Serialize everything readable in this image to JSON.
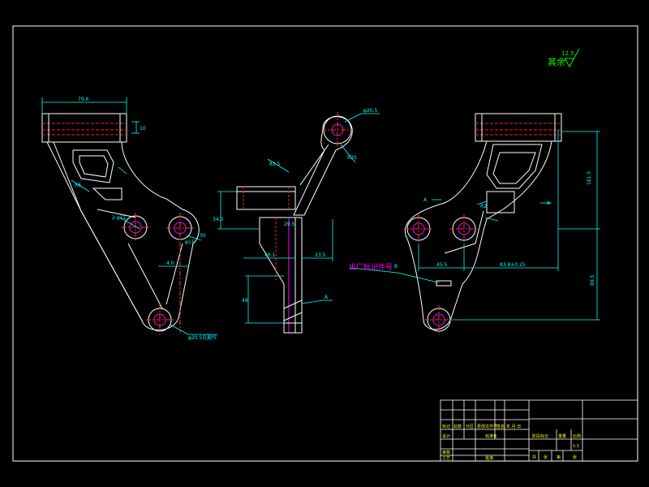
{
  "colors": {
    "background": "#000000",
    "outline": "#ffffff",
    "dimension": "#00ffff",
    "hidden": "#ff2020",
    "centerline": "#ff3030",
    "magenta": "#ff00ff",
    "note": "#00ff00",
    "titleblock": "#ffffff"
  },
  "roughness": {
    "label": "其余",
    "value": "12.5"
  },
  "left_view": {
    "dims": {
      "top_width": "79.6",
      "flange": "10",
      "hole_a": "2-φ11",
      "hole_b": "φ11",
      "thk": "4.0",
      "gap": "30",
      "side": "R8",
      "bottom": "φ20.5孔配作"
    }
  },
  "middle_view": {
    "dims": {
      "hole": "φ20.5",
      "angle": "R20",
      "slope": "82.5",
      "height": "34.0",
      "w1": "46.1",
      "w2": "23.5",
      "w3": "29.5",
      "base": "49",
      "datum": "A"
    }
  },
  "right_view": {
    "dims": {
      "section_a_left": "A",
      "section_a_right": "A",
      "height_total": "161.5",
      "height_lower": "89.5",
      "w1": "45.5",
      "w2": "83.8±0.25",
      "hole_small": "R2",
      "b_label": "B"
    }
  },
  "note": "出厂标记件号",
  "title_block": {
    "row_labels": [
      "标记",
      "处数",
      "分区",
      "更改文件号",
      "签名",
      "年.月.日"
    ],
    "left_labels": [
      "设计",
      "审核",
      "工艺"
    ],
    "mid_labels": [
      "标准化",
      "批准"
    ],
    "right_labels": [
      "阶段标记",
      "重量",
      "比例"
    ],
    "scale": "1:1",
    "sheet_labels": [
      "共",
      "张",
      "第",
      "张"
    ]
  }
}
